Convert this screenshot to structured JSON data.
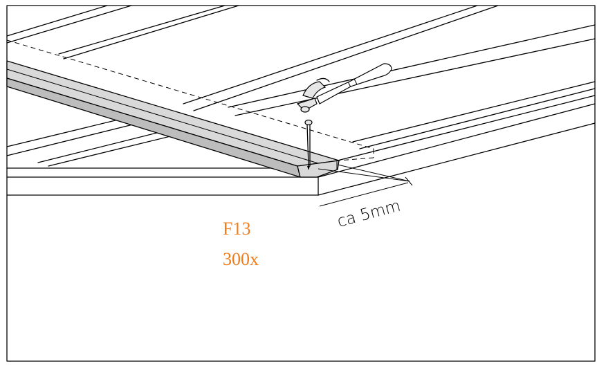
{
  "diagram": {
    "dimension_label": "ca 5mm",
    "part_code": "F13",
    "part_quantity": "300x",
    "label_color": "#ee7d1e"
  }
}
